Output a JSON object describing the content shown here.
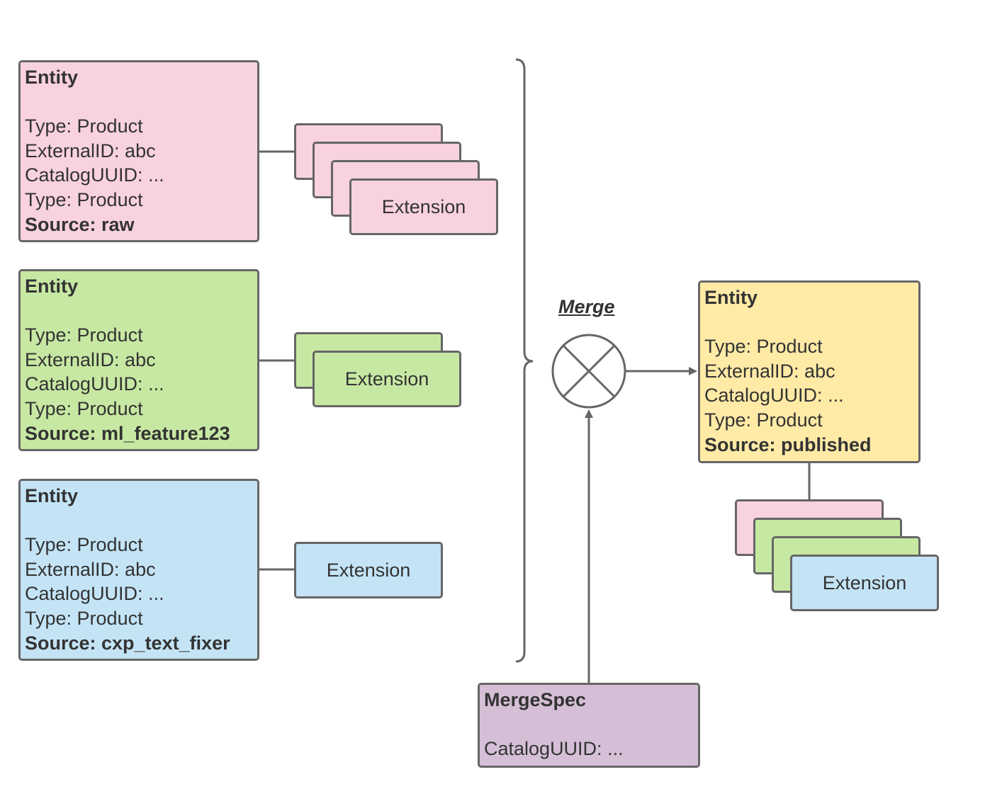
{
  "entities": [
    {
      "title": "Entity",
      "lines": [
        "Type: Product",
        "ExternalID: abc",
        "CatalogUUID: ...",
        "Type: Product"
      ],
      "source": "Source: raw"
    },
    {
      "title": "Entity",
      "lines": [
        "Type: Product",
        "ExternalID: abc",
        "CatalogUUID: ...",
        "Type: Product"
      ],
      "source": "Source: ml_feature123"
    },
    {
      "title": "Entity",
      "lines": [
        "Type: Product",
        "ExternalID: abc",
        "CatalogUUID: ...",
        "Type: Product"
      ],
      "source": "Source: cxp_text_fixer"
    }
  ],
  "published": {
    "title": "Entity",
    "lines": [
      "Type: Product",
      "ExternalID: abc",
      "CatalogUUID: ...",
      "Type: Product"
    ],
    "source": "Source: published"
  },
  "extension_label": "Extension",
  "merge_label": "Merge",
  "merge_spec": {
    "title": "MergeSpec",
    "line": "CatalogUUID: ..."
  },
  "colors": {
    "raw": "#f9d2df",
    "ml": "#c7e8a3",
    "cxp": "#c4e4f6",
    "published": "#ffeaa6",
    "spec": "#d5bfd6",
    "stroke": "#666666"
  }
}
